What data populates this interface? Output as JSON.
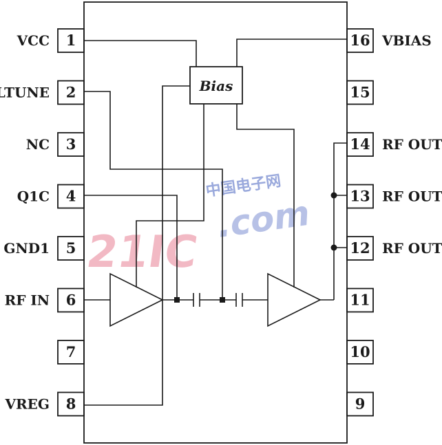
{
  "left_pins": [
    {
      "num": "1",
      "label": "VCC"
    },
    {
      "num": "2",
      "label": "LTUNE"
    },
    {
      "num": "3",
      "label": "NC"
    },
    {
      "num": "4",
      "label": "Q1C"
    },
    {
      "num": "5",
      "label": "GND1"
    },
    {
      "num": "6",
      "label": "RF IN"
    },
    {
      "num": "7",
      "label": ""
    },
    {
      "num": "8",
      "label": "VREG"
    }
  ],
  "right_pins": [
    {
      "num": "16",
      "label": "VBIAS"
    },
    {
      "num": "15",
      "label": ""
    },
    {
      "num": "14",
      "label": "RF OUT"
    },
    {
      "num": "13",
      "label": "RF OUT"
    },
    {
      "num": "12",
      "label": "RF OUT"
    },
    {
      "num": "11",
      "label": ""
    },
    {
      "num": "10",
      "label": ""
    },
    {
      "num": "9",
      "label": ""
    }
  ],
  "bias_block": {
    "label": "Bias"
  },
  "watermark": {
    "chinese": "中国电子网",
    "big": "21IC",
    "com": ".com"
  }
}
